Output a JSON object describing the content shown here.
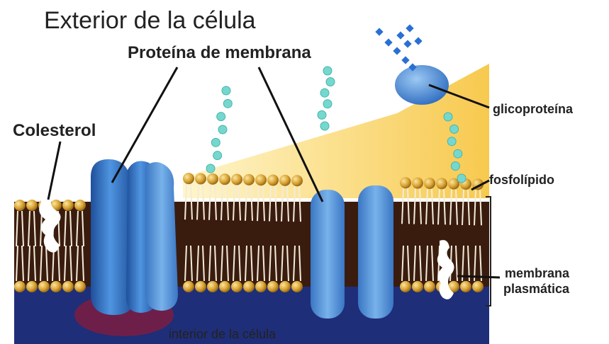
{
  "labels": {
    "exterior": "Exterior de la célula",
    "membrane_protein": "Proteína de membrana",
    "cholesterol": "Colesterol",
    "glycoprotein": "glicoproteína",
    "phospholipid": "fosfolípido",
    "plasma_membrane_line1": "membrana",
    "plasma_membrane_line2": "plasmática",
    "interior": "interior de la célula"
  },
  "colors": {
    "head": "#d8a130",
    "tail": "#f3ecd8",
    "protein": "#3d80d0",
    "protein_dark": "#1f4f9a",
    "interior": "#1f2e78",
    "exterior_fluid": "#f7c94e",
    "sugar_chain": "#74d8cf",
    "antenna": "#2a6fd4"
  }
}
